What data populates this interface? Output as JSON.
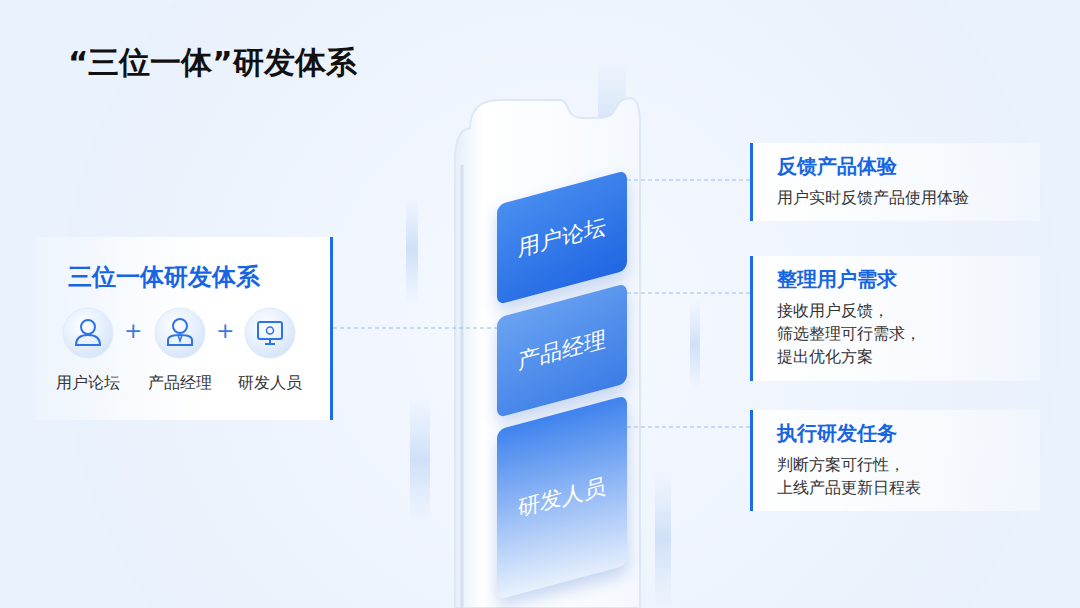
{
  "diagram": {
    "title": "“三位一体”研发体系",
    "nodes": [
      {
        "text": [
          "三位一体研发体系"
        ]
      },
      {
        "text": [
          "用户论坛"
        ],
        "in": 0
      },
      {
        "text": [
          "产品经理"
        ],
        "in": 0
      },
      {
        "text": [
          "研发人员"
        ],
        "in": 0
      },
      {
        "text": [
          "用户论坛"
        ]
      },
      {
        "text": [
          "产品经理"
        ]
      },
      {
        "text": [
          "研发人员"
        ]
      },
      {
        "text": [
          "反馈产品体验",
          "用户实时反馈产品使用体验"
        ]
      },
      {
        "text": [
          "整理用户需求",
          "接收用户反馈， 筛选整理可行需求， 提出优化方案"
        ]
      },
      {
        "text": [
          "执行研发任务",
          "判断方案可行性， 上线产品更新日程表"
        ]
      }
    ],
    "edges": [
      {
        "from": 0,
        "to": 5,
        "arrow": "none"
      },
      {
        "from": 4,
        "to": 7,
        "arrow": "none"
      },
      {
        "from": 5,
        "to": 8,
        "arrow": "none"
      },
      {
        "from": 6,
        "to": 9,
        "arrow": "none"
      }
    ],
    "labels": [
      "+",
      "+"
    ]
  }
}
